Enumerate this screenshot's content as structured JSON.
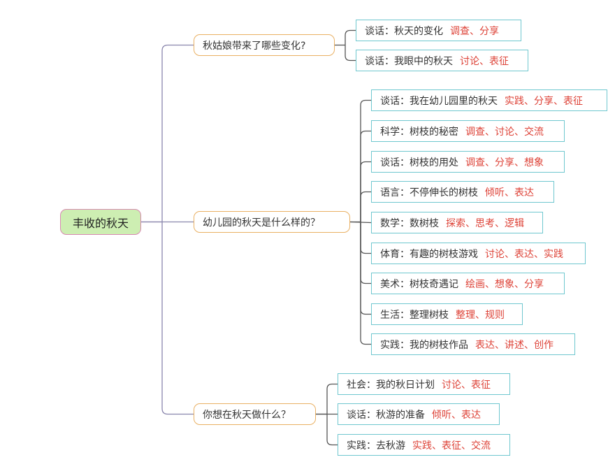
{
  "mindmap": {
    "root": "丰收的秋天",
    "branches": [
      {
        "label": "秋姑娘带来了哪些变化?",
        "children": [
          {
            "label": "谈话：秋天的变化",
            "skills": "调查、分享"
          },
          {
            "label": "谈话：我眼中的秋天",
            "skills": "讨论、表征"
          }
        ]
      },
      {
        "label": "幼儿园的秋天是什么样的？",
        "children": [
          {
            "label": "谈话：我在幼儿园里的秋天",
            "skills": "实践、分享、表征"
          },
          {
            "label": "科学：树枝的秘密",
            "skills": "调查、讨论、交流"
          },
          {
            "label": "谈话：树枝的用处",
            "skills": "调查、分享、想象"
          },
          {
            "label": "语言：不停伸长的树枝",
            "skills": "倾听、表达"
          },
          {
            "label": "数学：数树枝",
            "skills": "探索、思考、逻辑"
          },
          {
            "label": "体育：有趣的树枝游戏",
            "skills": "讨论、表达、实践"
          },
          {
            "label": "美术：树枝奇遇记",
            "skills": "绘画、想象、分享"
          },
          {
            "label": "生活：整理树枝",
            "skills": "整理、规则"
          },
          {
            "label": "实践：我的树枝作品",
            "skills": "表达、讲述、创作"
          }
        ]
      },
      {
        "label": "你想在秋天做什么？",
        "children": [
          {
            "label": "社会：我的秋日计划",
            "skills": "讨论、表征"
          },
          {
            "label": "谈话：秋游的准备",
            "skills": "倾听、表达"
          },
          {
            "label": "实践：去秋游",
            "skills": "实践、表征、交流"
          }
        ]
      }
    ]
  }
}
